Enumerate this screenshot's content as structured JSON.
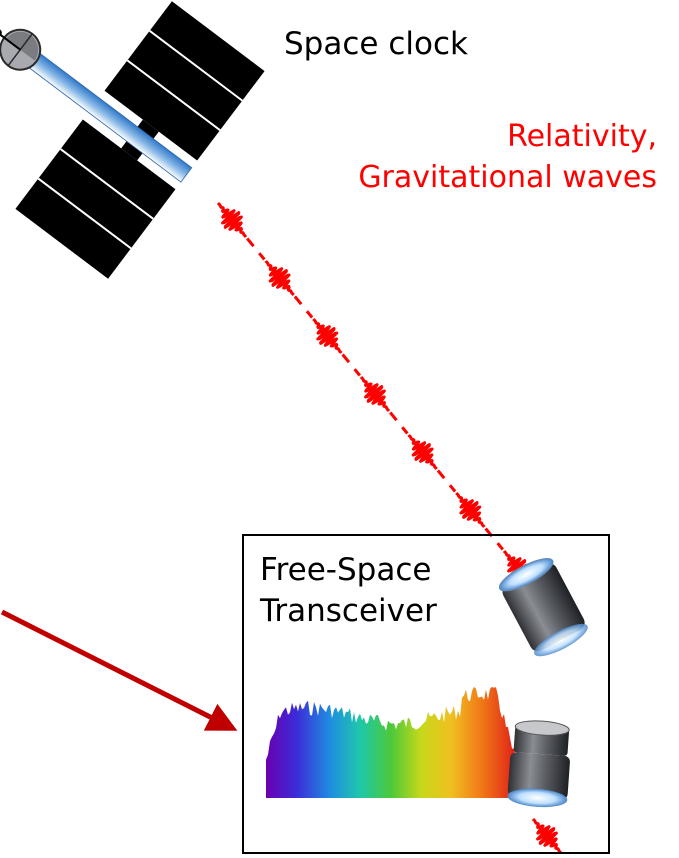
{
  "space_clock": {
    "label": "Space clock"
  },
  "science_goals": {
    "line1": "Relativity,",
    "line2": "Gravitational waves",
    "color": "#ff0000"
  },
  "transceiver": {
    "line1": "Free-Space",
    "line2": "Transceiver"
  },
  "colors": {
    "pulse": "#ff0000",
    "link_arrow": "#c00000",
    "panel": "#000000",
    "satellite_body": "#4a8fd6"
  },
  "icons": {
    "satellite": "satellite-icon",
    "pulse": "optical-pulse-icon",
    "telescope": "telescope-icon",
    "spectrum": "frequency-comb-spectrum-icon",
    "arrow": "arrow-icon"
  }
}
